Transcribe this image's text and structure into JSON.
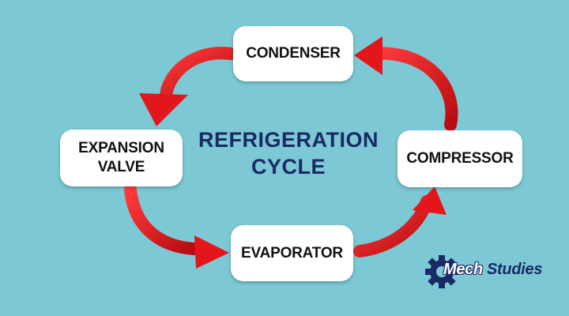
{
  "diagram": {
    "title": "REFRIGERATION\nCYCLE",
    "nodes": {
      "condenser": "CONDENSER",
      "compressor": "COMPRESSOR",
      "evaporator": "EVAPORATOR",
      "expansion_valve": "EXPANSION\nVALVE"
    },
    "flow": [
      [
        "COMPRESSOR",
        "CONDENSER"
      ],
      [
        "CONDENSER",
        "EXPANSION VALVE"
      ],
      [
        "EXPANSION VALVE",
        "EVAPORATOR"
      ],
      [
        "EVAPORATOR",
        "COMPRESSOR"
      ]
    ],
    "colors": {
      "background": "#7cc8d4",
      "arrow": "#e3161b",
      "title": "#1a2a66",
      "node_fill": "#ffffff"
    }
  },
  "logo": {
    "part1": "Mech",
    "part2": "Studies",
    "icon": "gear-icon"
  }
}
